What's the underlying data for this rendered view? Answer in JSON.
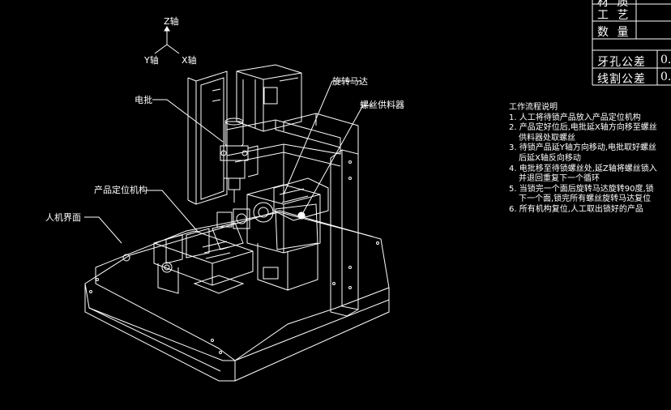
{
  "axes": {
    "z": "Z轴",
    "y": "Y轴",
    "x": "X轴"
  },
  "callouts": {
    "electric_screwdriver": "电批",
    "rotating_motor": "旋转马达",
    "screw_feeder": "螺丝供料器",
    "positioning_mechanism": "产品定位机构",
    "hmi": "人机界面"
  },
  "title_block": {
    "row_quantity_partial": "材 质",
    "row_process": "工 艺",
    "row_count": "数 量",
    "row_thread_tolerance": "牙孔公差",
    "row_thread_tolerance_value": "0.",
    "row_linear_tolerance": "线割公差",
    "row_linear_tolerance_value": "0."
  },
  "workflow": {
    "title": "工作流程说明",
    "steps": [
      "1. 人工将待锁产品放入产品定位机构",
      "2. 产品定好位后,电批延X轴方向移至螺丝",
      "供料器处取螺丝",
      "3. 待锁产品延Y轴方向移动,电批取好螺丝",
      "后延X轴反向移动",
      "4. 电批移至待锁螺丝处,延Z轴将螺丝锁入",
      "并退回重复下一个循环",
      "5. 当锁完一个面后旋转马达旋转90度,锁",
      "下一个面,锁完所有螺丝旋转马达复位",
      "6. 所有机构复位,人工取出锁好的产品"
    ]
  }
}
